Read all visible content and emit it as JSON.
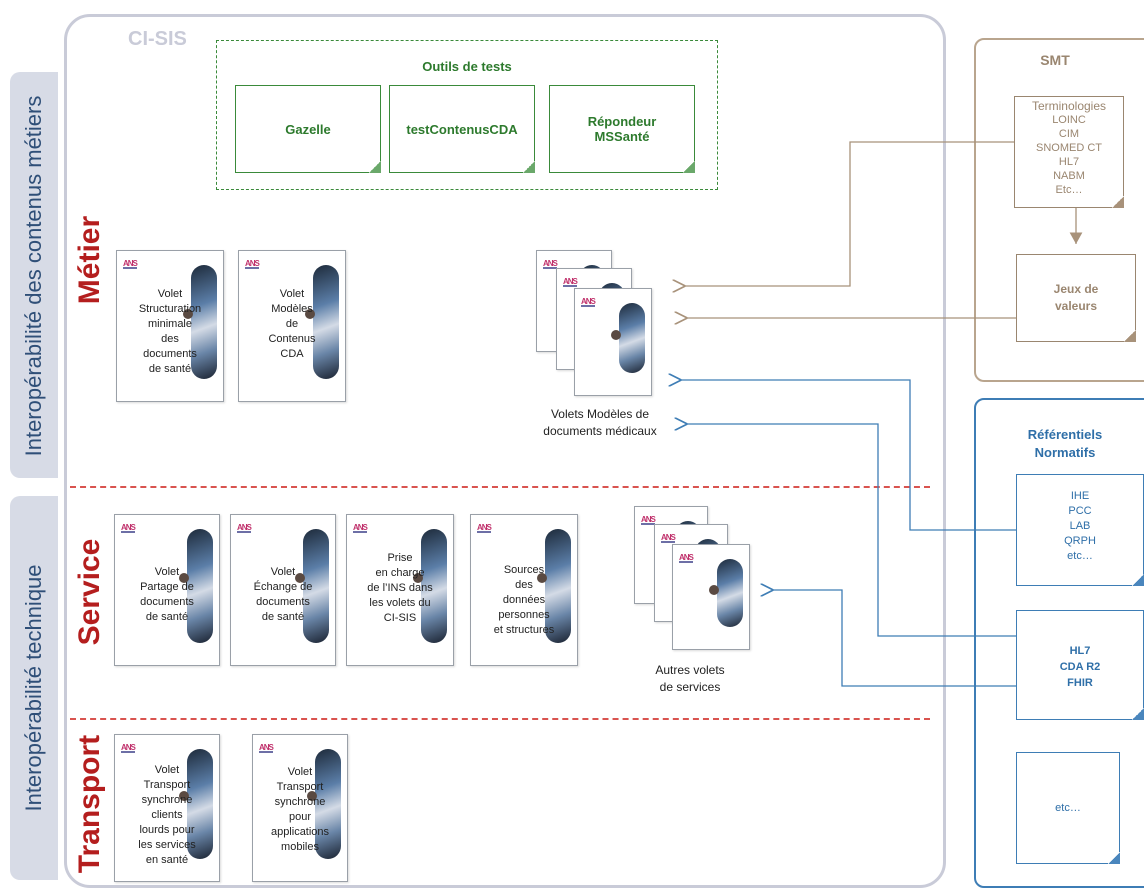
{
  "side_labels": {
    "contenus": "Interopérabilité des contenus métiers",
    "technique": "Interopérabilité technique"
  },
  "layers": {
    "metier": "Métier",
    "service": "Service",
    "transport": "Transport"
  },
  "main": {
    "title": "CI-SIS"
  },
  "tests": {
    "title": "Outils de tests",
    "tools": [
      "Gazelle",
      "testContenusCDA",
      "Répondeur\nMSSanté"
    ]
  },
  "metier_docs": [
    "Volet\nStructuration\nminimale\ndes\ndocuments\nde santé",
    "Volet\nModèles\nde\nContenus\nCDA"
  ],
  "metier_stack_caption": "Volets Modèles de\ndocuments médicaux",
  "service_docs": [
    "Volet\nPartage de\ndocuments\nde santé",
    "Volet\nÉchange de\ndocuments\nde santé",
    "Prise\nen charge\nde l’INS dans\nles volets du\nCI-SIS",
    "Sources\ndes\ndonnées\npersonnes\net structures"
  ],
  "service_stack_caption": "Autres volets\nde services",
  "transport_docs": [
    "Volet\nTransport\nsynchrone\nclients\nlourds pour\nles services\nen santé",
    "Volet\nTransport\nsynchrone\npour\napplications\nmobiles"
  ],
  "smt": {
    "title": "SMT",
    "terminologies_title": "Terminologies",
    "terminologies": [
      "LOINC",
      "CIM",
      "SNOMED CT",
      "HL7",
      "NABM",
      "Etc…"
    ],
    "jeux": "Jeux de\nvaleurs"
  },
  "referentiels": {
    "title": "Référentiels\nNormatifs",
    "ihe": [
      "IHE",
      "PCC",
      "LAB",
      "QRPH",
      "etc…"
    ],
    "hl7": [
      "HL7",
      "CDA R2",
      "FHIR"
    ],
    "etc": "etc…"
  },
  "logo_text": "ANS",
  "colors": {
    "layer_red": "#b41e1e",
    "test_green": "#2d7a2d",
    "smt_brown": "#b09a80",
    "ref_blue": "#2f6fa8"
  }
}
